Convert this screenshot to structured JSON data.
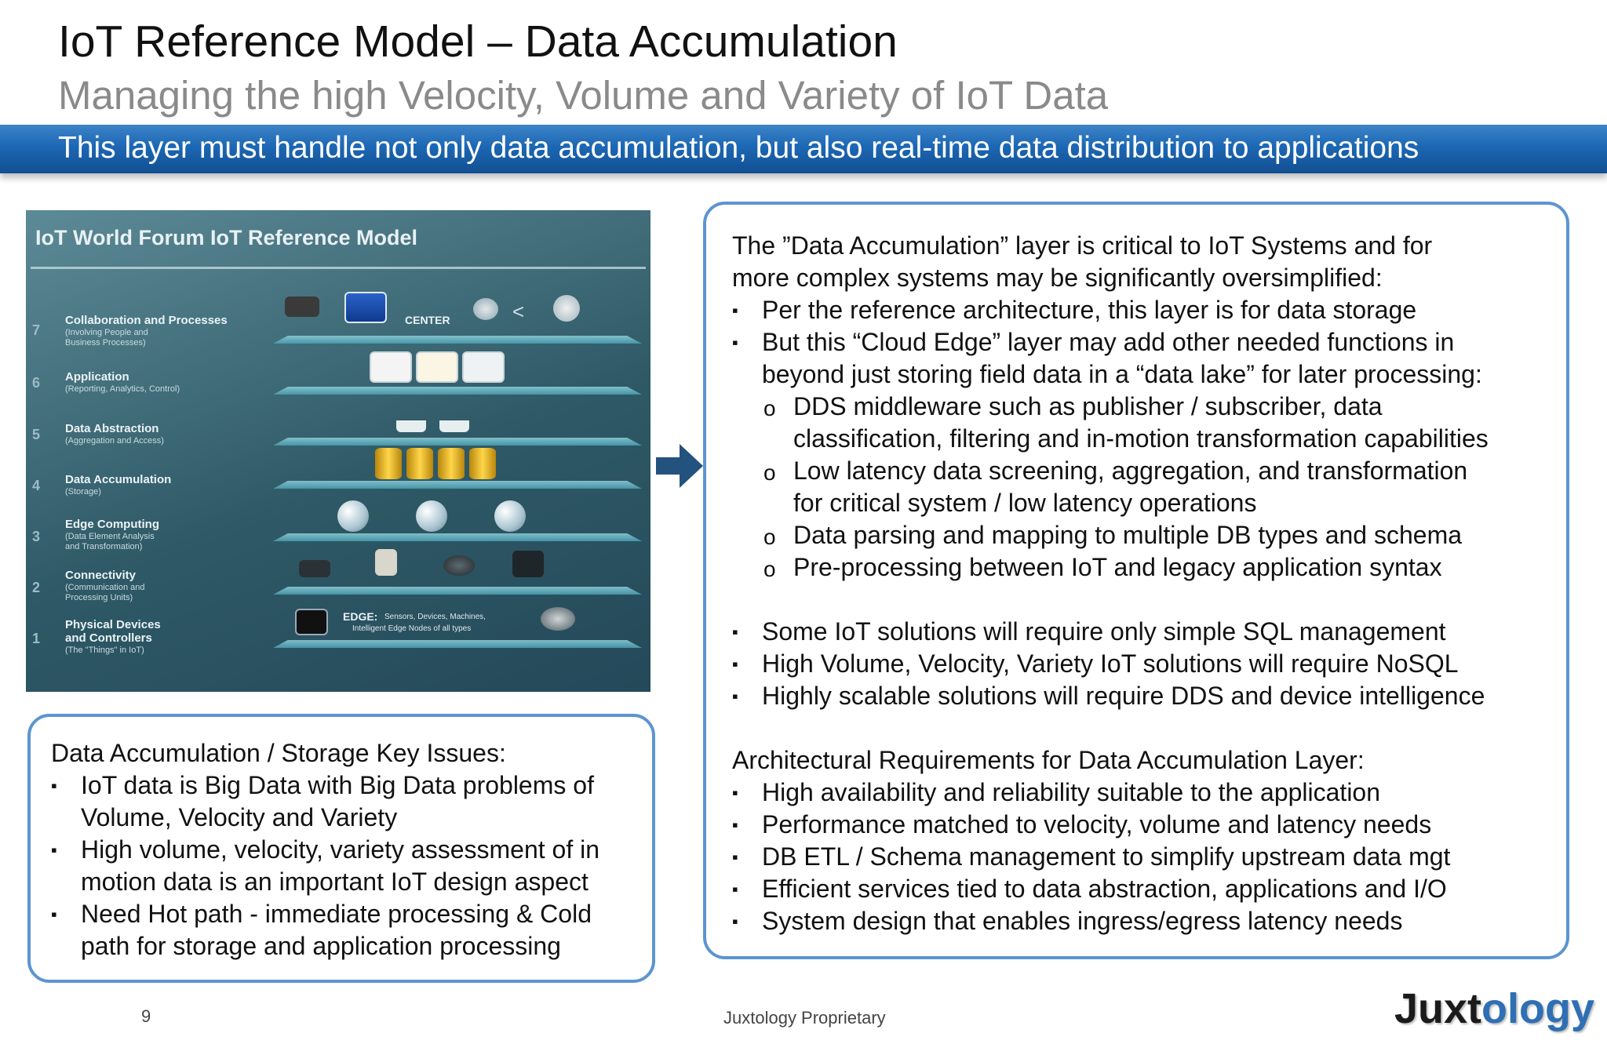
{
  "header": {
    "title": "IoT Reference Model – Data Accumulation",
    "subtitle": "Managing the high Velocity, Volume and Variety of IoT Data",
    "banner": "This layer must handle not only data accumulation, but also real-time data distribution to applications"
  },
  "figure": {
    "title": "IoT World Forum IoT Reference Model",
    "layers": [
      {
        "num": "7",
        "name": "Collaboration and Processes",
        "sub": [
          "(Involving People and",
          "Business Processes)"
        ]
      },
      {
        "num": "6",
        "name": "Application",
        "sub": [
          "(Reporting, Analytics, Control)"
        ]
      },
      {
        "num": "5",
        "name": "Data Abstraction",
        "sub": [
          "(Aggregation and Access)"
        ]
      },
      {
        "num": "4",
        "name": "Data Accumulation",
        "sub": [
          "(Storage)"
        ]
      },
      {
        "num": "3",
        "name": "Edge Computing",
        "sub": [
          "(Data Element Analysis",
          "and Transformation)"
        ]
      },
      {
        "num": "2",
        "name": "Connectivity",
        "sub": [
          "(Communication and",
          "Processing Units)"
        ]
      },
      {
        "num": "1",
        "name": "Physical Devices",
        "name2": "and Controllers",
        "sub": [
          "(The \"Things\" in IoT)"
        ]
      }
    ],
    "center_label": "CENTER",
    "edge_label": "EDGE:",
    "edge_text_1": "Sensors, Devices, Machines,",
    "edge_text_2": "Intelligent Edge Nodes of all types"
  },
  "left_box": {
    "heading": "Data Accumulation / Storage Key Issues:",
    "bullet": "▪",
    "items": [
      [
        "IoT data is Big Data with Big Data problems of",
        "Volume, Velocity and Variety"
      ],
      [
        "High volume, velocity, variety assessment of in",
        "motion data is an important IoT design aspect"
      ],
      [
        "Need Hot path - immediate processing & Cold",
        "path for storage and application processing"
      ]
    ]
  },
  "right_box": {
    "intro": [
      "The ”Data Accumulation” layer is critical to IoT Systems and for",
      "more complex systems may be significantly oversimplified:"
    ],
    "bullet": "▪",
    "subbullet": "o",
    "items_1": [
      [
        "Per the reference architecture, this layer is for data storage"
      ],
      [
        "But this “Cloud Edge” layer may add other needed functions in",
        "beyond just storing field data in a “data lake” for later processing:"
      ]
    ],
    "subitems": [
      [
        "DDS middleware such as publisher / subscriber, data",
        "classification, filtering and in-motion transformation capabilities"
      ],
      [
        "Low latency data screening, aggregation, and transformation",
        "for critical system / low latency operations"
      ],
      [
        "Data parsing and mapping to multiple DB types and schema"
      ],
      [
        "Pre-processing between IoT and legacy application syntax"
      ]
    ],
    "items_2": [
      "Some IoT solutions will require only simple SQL management",
      "High Volume, Velocity, Variety IoT solutions will require NoSQL",
      "Highly scalable solutions will require DDS and device intelligence"
    ],
    "arch_heading": "Architectural Requirements for Data Accumulation Layer:",
    "items_3": [
      "High availability and reliability suitable to the application",
      "Performance matched to velocity, volume and latency needs",
      "DB ETL / Schema management to simplify upstream data mgt",
      "Efficient services tied to data abstraction, applications and I/O",
      "System design that enables ingress/egress latency needs"
    ]
  },
  "footer": {
    "page": "9",
    "proprietary": "Juxtology Proprietary",
    "logo_a": "Juxt",
    "logo_b": "ology"
  },
  "colors": {
    "banner": "#1c67b4",
    "box_border": "#5b95d1",
    "logo_accent": "#2f6fb4",
    "subtitle": "#8a8a8a"
  }
}
